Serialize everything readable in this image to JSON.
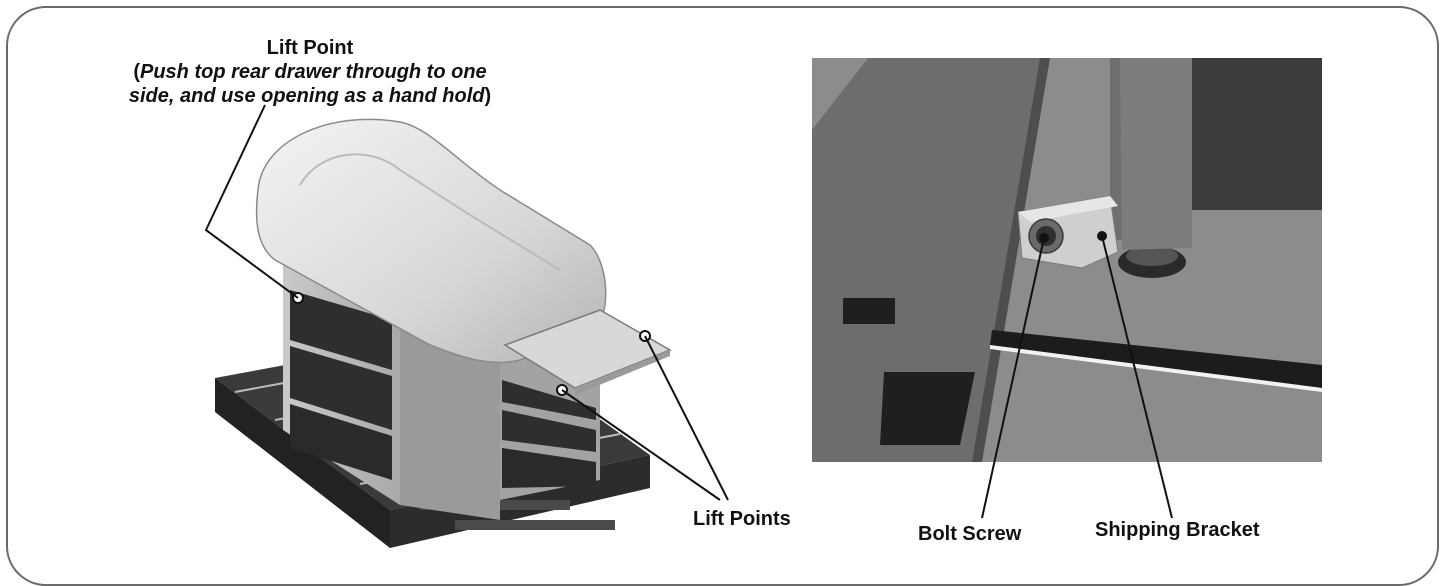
{
  "labels": {
    "lift_point_title": "Lift Point",
    "lift_point_note_open": "(",
    "lift_point_note_line1": "Push top rear drawer through to one",
    "lift_point_note_line2": "side, and use opening as a hand hold",
    "lift_point_note_close": ")",
    "lift_points": "Lift Points",
    "bolt_screw": "Bolt Screw",
    "shipping_bracket": "Shipping Bracket"
  }
}
